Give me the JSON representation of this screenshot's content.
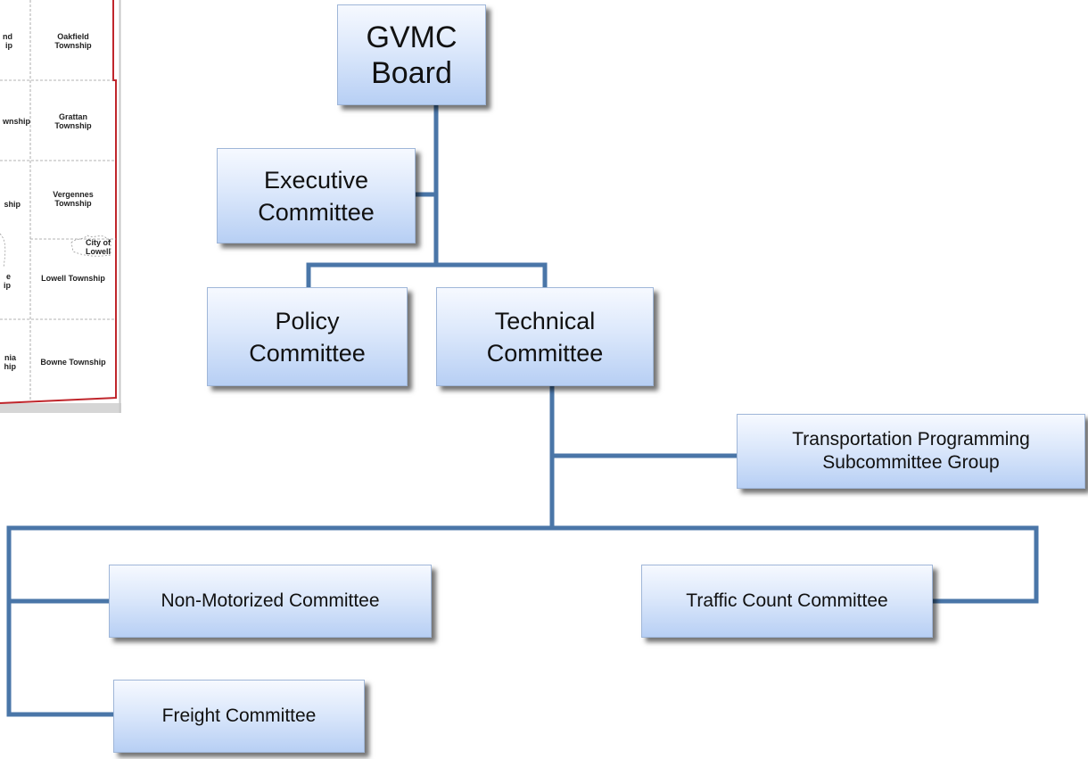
{
  "map": {
    "labels": {
      "partial_top": "nd\nip",
      "oakfield": "Oakfield\nTownship",
      "partial_mid": "wnship",
      "grattan": "Grattan\nTownship",
      "partial_lower": "ship",
      "vergennes": "Vergennes\nTownship",
      "city_of_lowell": "City of\nLowell",
      "partial_e": "e\nip",
      "lowell_township": "Lowell Township",
      "partial_nia": "nia\nhip",
      "bowne": "Bowne Township"
    }
  },
  "chart": {
    "board": "GVMC\nBoard",
    "executive": "Executive\nCommittee",
    "policy": "Policy\nCommittee",
    "technical": "Technical\nCommittee",
    "tpsg": "Transportation Programming\nSubcommittee Group",
    "non_motorized": "Non-Motorized Committee",
    "traffic_count": "Traffic Count Committee",
    "freight": "Freight Committee"
  },
  "colors": {
    "connector": "#4a76a8",
    "map_border": "#c0262c",
    "map_grid": "#9a9a9a"
  }
}
